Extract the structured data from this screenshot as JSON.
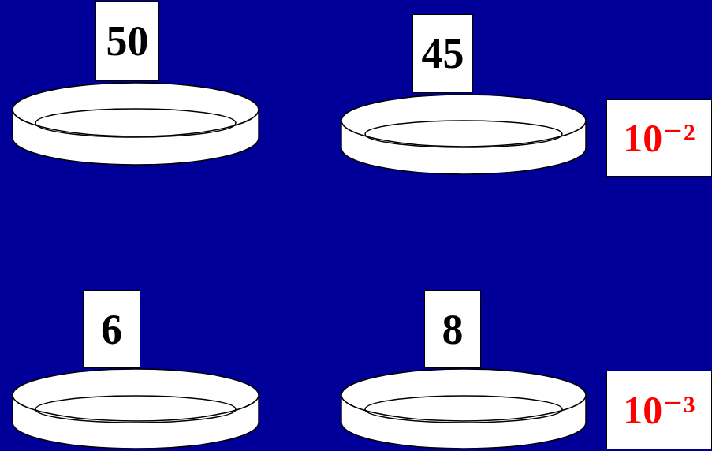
{
  "diagram": {
    "nodes": [
      {
        "text": [
          "50"
        ]
      },
      {
        "text": [
          "45"
        ]
      },
      {
        "text": [
          "10⁻²"
        ]
      },
      {
        "text": [
          "6"
        ]
      },
      {
        "text": [
          "8"
        ]
      },
      {
        "text": [
          "10⁻³"
        ]
      }
    ]
  }
}
